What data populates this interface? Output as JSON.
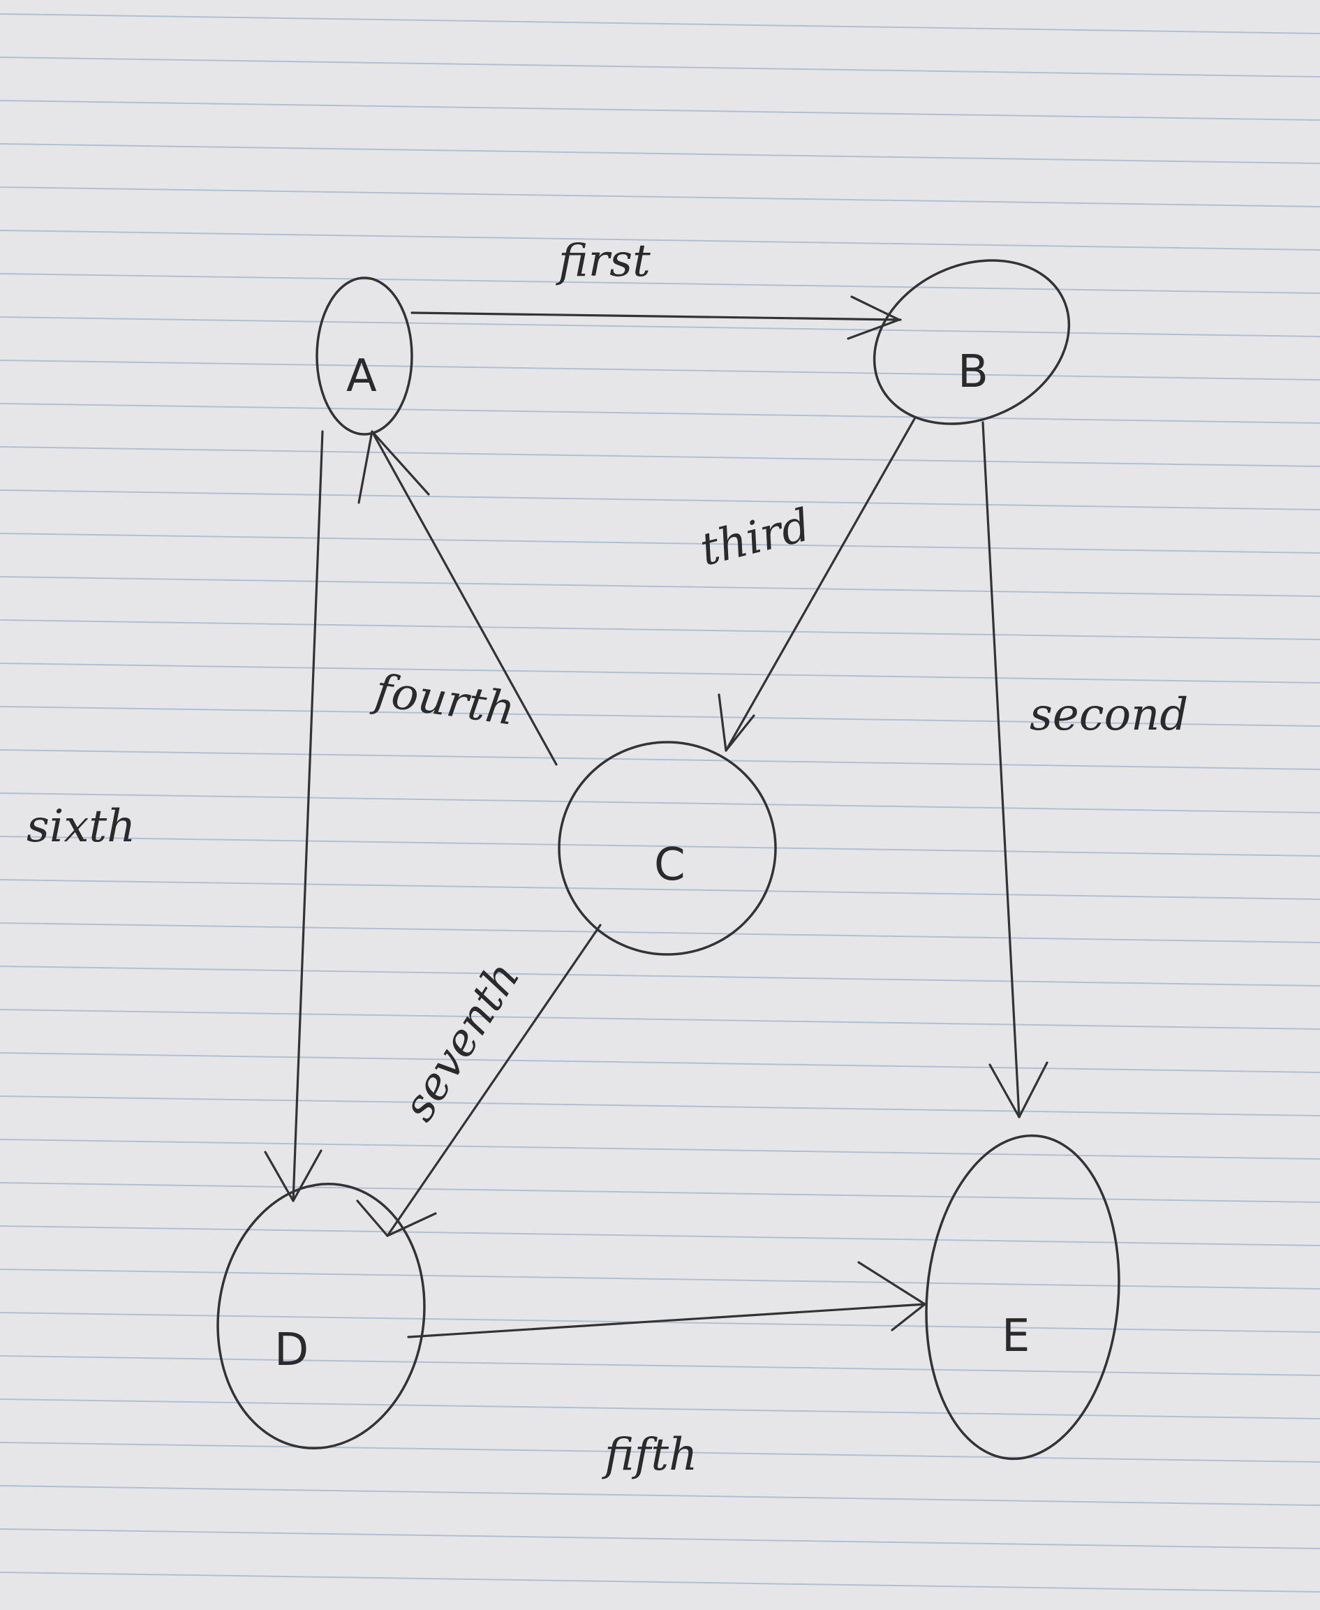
{
  "diagram": {
    "type": "directed-graph",
    "nodes": [
      {
        "id": "A",
        "label": "A"
      },
      {
        "id": "B",
        "label": "B"
      },
      {
        "id": "C",
        "label": "C"
      },
      {
        "id": "D",
        "label": "D"
      },
      {
        "id": "E",
        "label": "E"
      }
    ],
    "edges": [
      {
        "id": "first",
        "from": "A",
        "to": "B",
        "label": "first"
      },
      {
        "id": "second",
        "from": "B",
        "to": "E",
        "label": "second"
      },
      {
        "id": "third",
        "from": "B",
        "to": "C",
        "label": "third"
      },
      {
        "id": "fourth",
        "from": "C",
        "to": "A",
        "label": "fourth"
      },
      {
        "id": "fifth",
        "from": "D",
        "to": "E",
        "label": "fifth"
      },
      {
        "id": "sixth",
        "from": "A",
        "to": "D",
        "label": "sixth"
      },
      {
        "id": "seventh",
        "from": "C",
        "to": "D",
        "label": "seventh"
      }
    ]
  },
  "colors": {
    "paper": "#e6e6e8",
    "rule": "#9fb2cc",
    "ink": "#333333"
  }
}
